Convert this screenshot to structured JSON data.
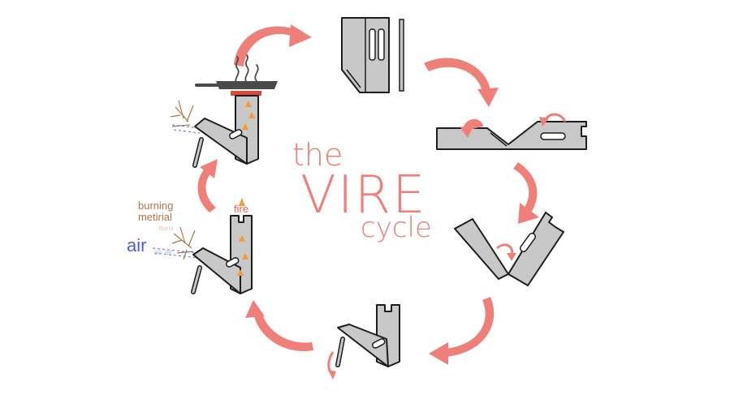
{
  "title": {
    "line1": "the",
    "line2": "VIRE",
    "line3": "cycle"
  },
  "labels": {
    "burning": "burning",
    "material": "metirial",
    "burning_ghost": "burni",
    "air": "air",
    "air_ghost": "air air",
    "fire": "fire"
  },
  "colors": {
    "accent": "#ee7f79",
    "metal": "#c8c8c8",
    "outline": "#1d1d1d",
    "air_label": "#4a5fe0",
    "burning_label": "#b8734b",
    "fire_label": "#e8604f",
    "flame": "#f29b3a"
  },
  "icons": [
    "cycle-arrow",
    "stove-folded",
    "stove-flat",
    "stove-unfolding",
    "stove-assembled",
    "stove-burning",
    "stove-cooking",
    "frying-pan",
    "steam",
    "twigs",
    "flame"
  ]
}
